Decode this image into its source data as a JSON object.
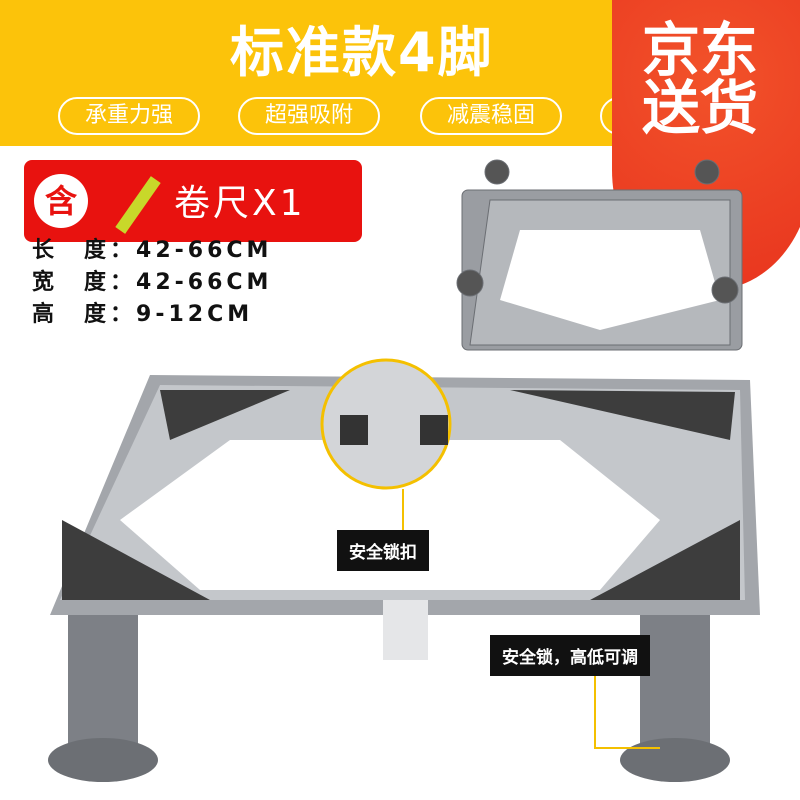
{
  "title": "标准款4脚",
  "features": [
    "承重力强",
    "超强吸附",
    "减震稳固"
  ],
  "badge": {
    "line1": "京东",
    "line2": "送货"
  },
  "included": {
    "icon": "含",
    "text": "卷尺X1"
  },
  "specs": [
    {
      "label": "长　度：",
      "value": "42-66CM"
    },
    {
      "label": "宽　度：",
      "value": "42-66CM"
    },
    {
      "label": "高　度：",
      "value": "9-12CM"
    }
  ],
  "callouts": {
    "lock": "安全锁扣",
    "adjust": "安全锁，高低可调"
  },
  "colors": {
    "banner": "#fcc30a",
    "badge": "#e8341e",
    "included": "#e8120f"
  }
}
